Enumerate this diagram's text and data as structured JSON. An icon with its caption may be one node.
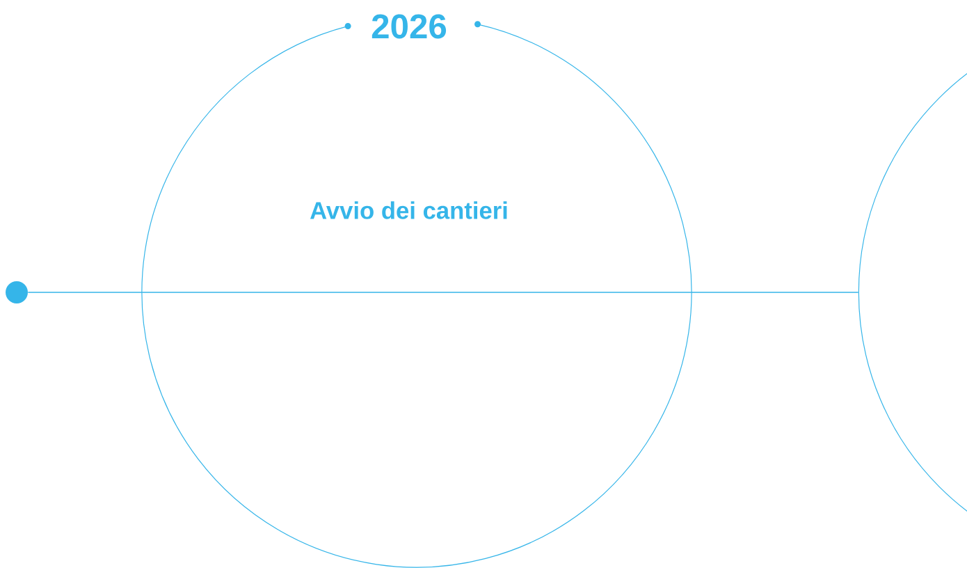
{
  "diagram": {
    "nodes": [
      {
        "text": [],
        "shape": "circle"
      },
      {
        "text": [
          "2026",
          "Avvio dei cantieri"
        ]
      },
      {
        "text": [],
        "shape": "circle"
      }
    ],
    "edges": [
      {
        "from": 0,
        "to": 1,
        "arrow": "none"
      },
      {
        "from": 1,
        "to": 2,
        "arrow": "none"
      }
    ]
  }
}
